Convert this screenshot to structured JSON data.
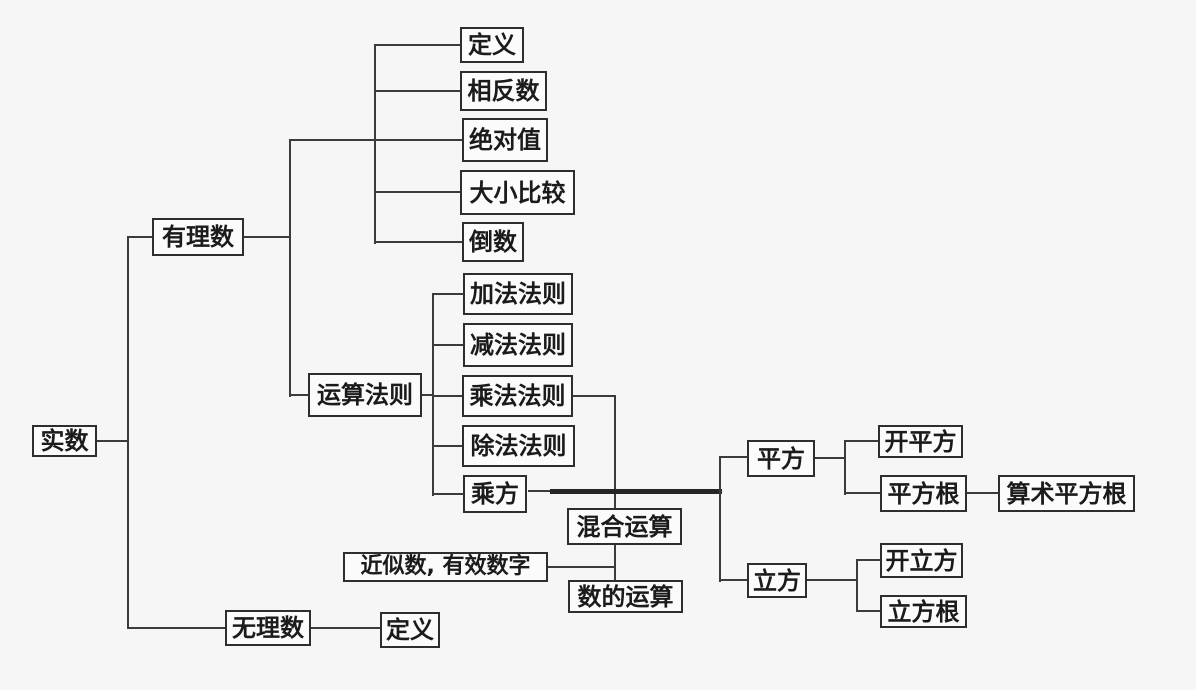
{
  "diagram_type": "concept-map",
  "colors": {
    "background": "#f6f6f6",
    "line": "#3b3b3b",
    "box_border": "#2e2e2e",
    "box_fill": "#fbfbfb",
    "text": "#1b1b1b"
  },
  "nodes": {
    "real_numbers": "实数",
    "rational_numbers": "有理数",
    "irrational_numbers": "无理数",
    "definition_rational": "定义",
    "opposite_number": "相反数",
    "absolute_value": "绝对值",
    "size_comparison": "大小比较",
    "reciprocal": "倒数",
    "operation_rules": "运算法则",
    "addition_rule": "加法法则",
    "subtraction_rule": "减法法则",
    "multiplication_rule": "乘法法则",
    "division_rule": "除法法则",
    "power": "乘方",
    "mixed_operations": "混合运算",
    "approx_significant_digits": "近似数, 有效数字",
    "number_operations": "数的运算",
    "definition_irrational": "定义",
    "square": "平方",
    "extract_square_root": "开平方",
    "square_root": "平方根",
    "arithmetic_square_root": "算术平方根",
    "cube": "立方",
    "extract_cube_root": "开立方",
    "cube_root": "立方根"
  },
  "edges": [
    [
      "real_numbers",
      "rational_numbers"
    ],
    [
      "real_numbers",
      "irrational_numbers"
    ],
    [
      "rational_numbers",
      "definition_rational"
    ],
    [
      "rational_numbers",
      "opposite_number"
    ],
    [
      "rational_numbers",
      "absolute_value"
    ],
    [
      "rational_numbers",
      "size_comparison"
    ],
    [
      "rational_numbers",
      "reciprocal"
    ],
    [
      "rational_numbers",
      "operation_rules"
    ],
    [
      "operation_rules",
      "addition_rule"
    ],
    [
      "operation_rules",
      "subtraction_rule"
    ],
    [
      "operation_rules",
      "multiplication_rule"
    ],
    [
      "operation_rules",
      "division_rule"
    ],
    [
      "operation_rules",
      "power"
    ],
    [
      "multiplication_rule",
      "mixed_operations"
    ],
    [
      "mixed_operations",
      "number_operations"
    ],
    [
      "approx_significant_digits",
      "number_operations"
    ],
    [
      "power",
      "square"
    ],
    [
      "power",
      "cube"
    ],
    [
      "square",
      "extract_square_root"
    ],
    [
      "square",
      "square_root"
    ],
    [
      "square_root",
      "arithmetic_square_root"
    ],
    [
      "cube",
      "extract_cube_root"
    ],
    [
      "cube",
      "cube_root"
    ],
    [
      "irrational_numbers",
      "definition_irrational"
    ]
  ]
}
